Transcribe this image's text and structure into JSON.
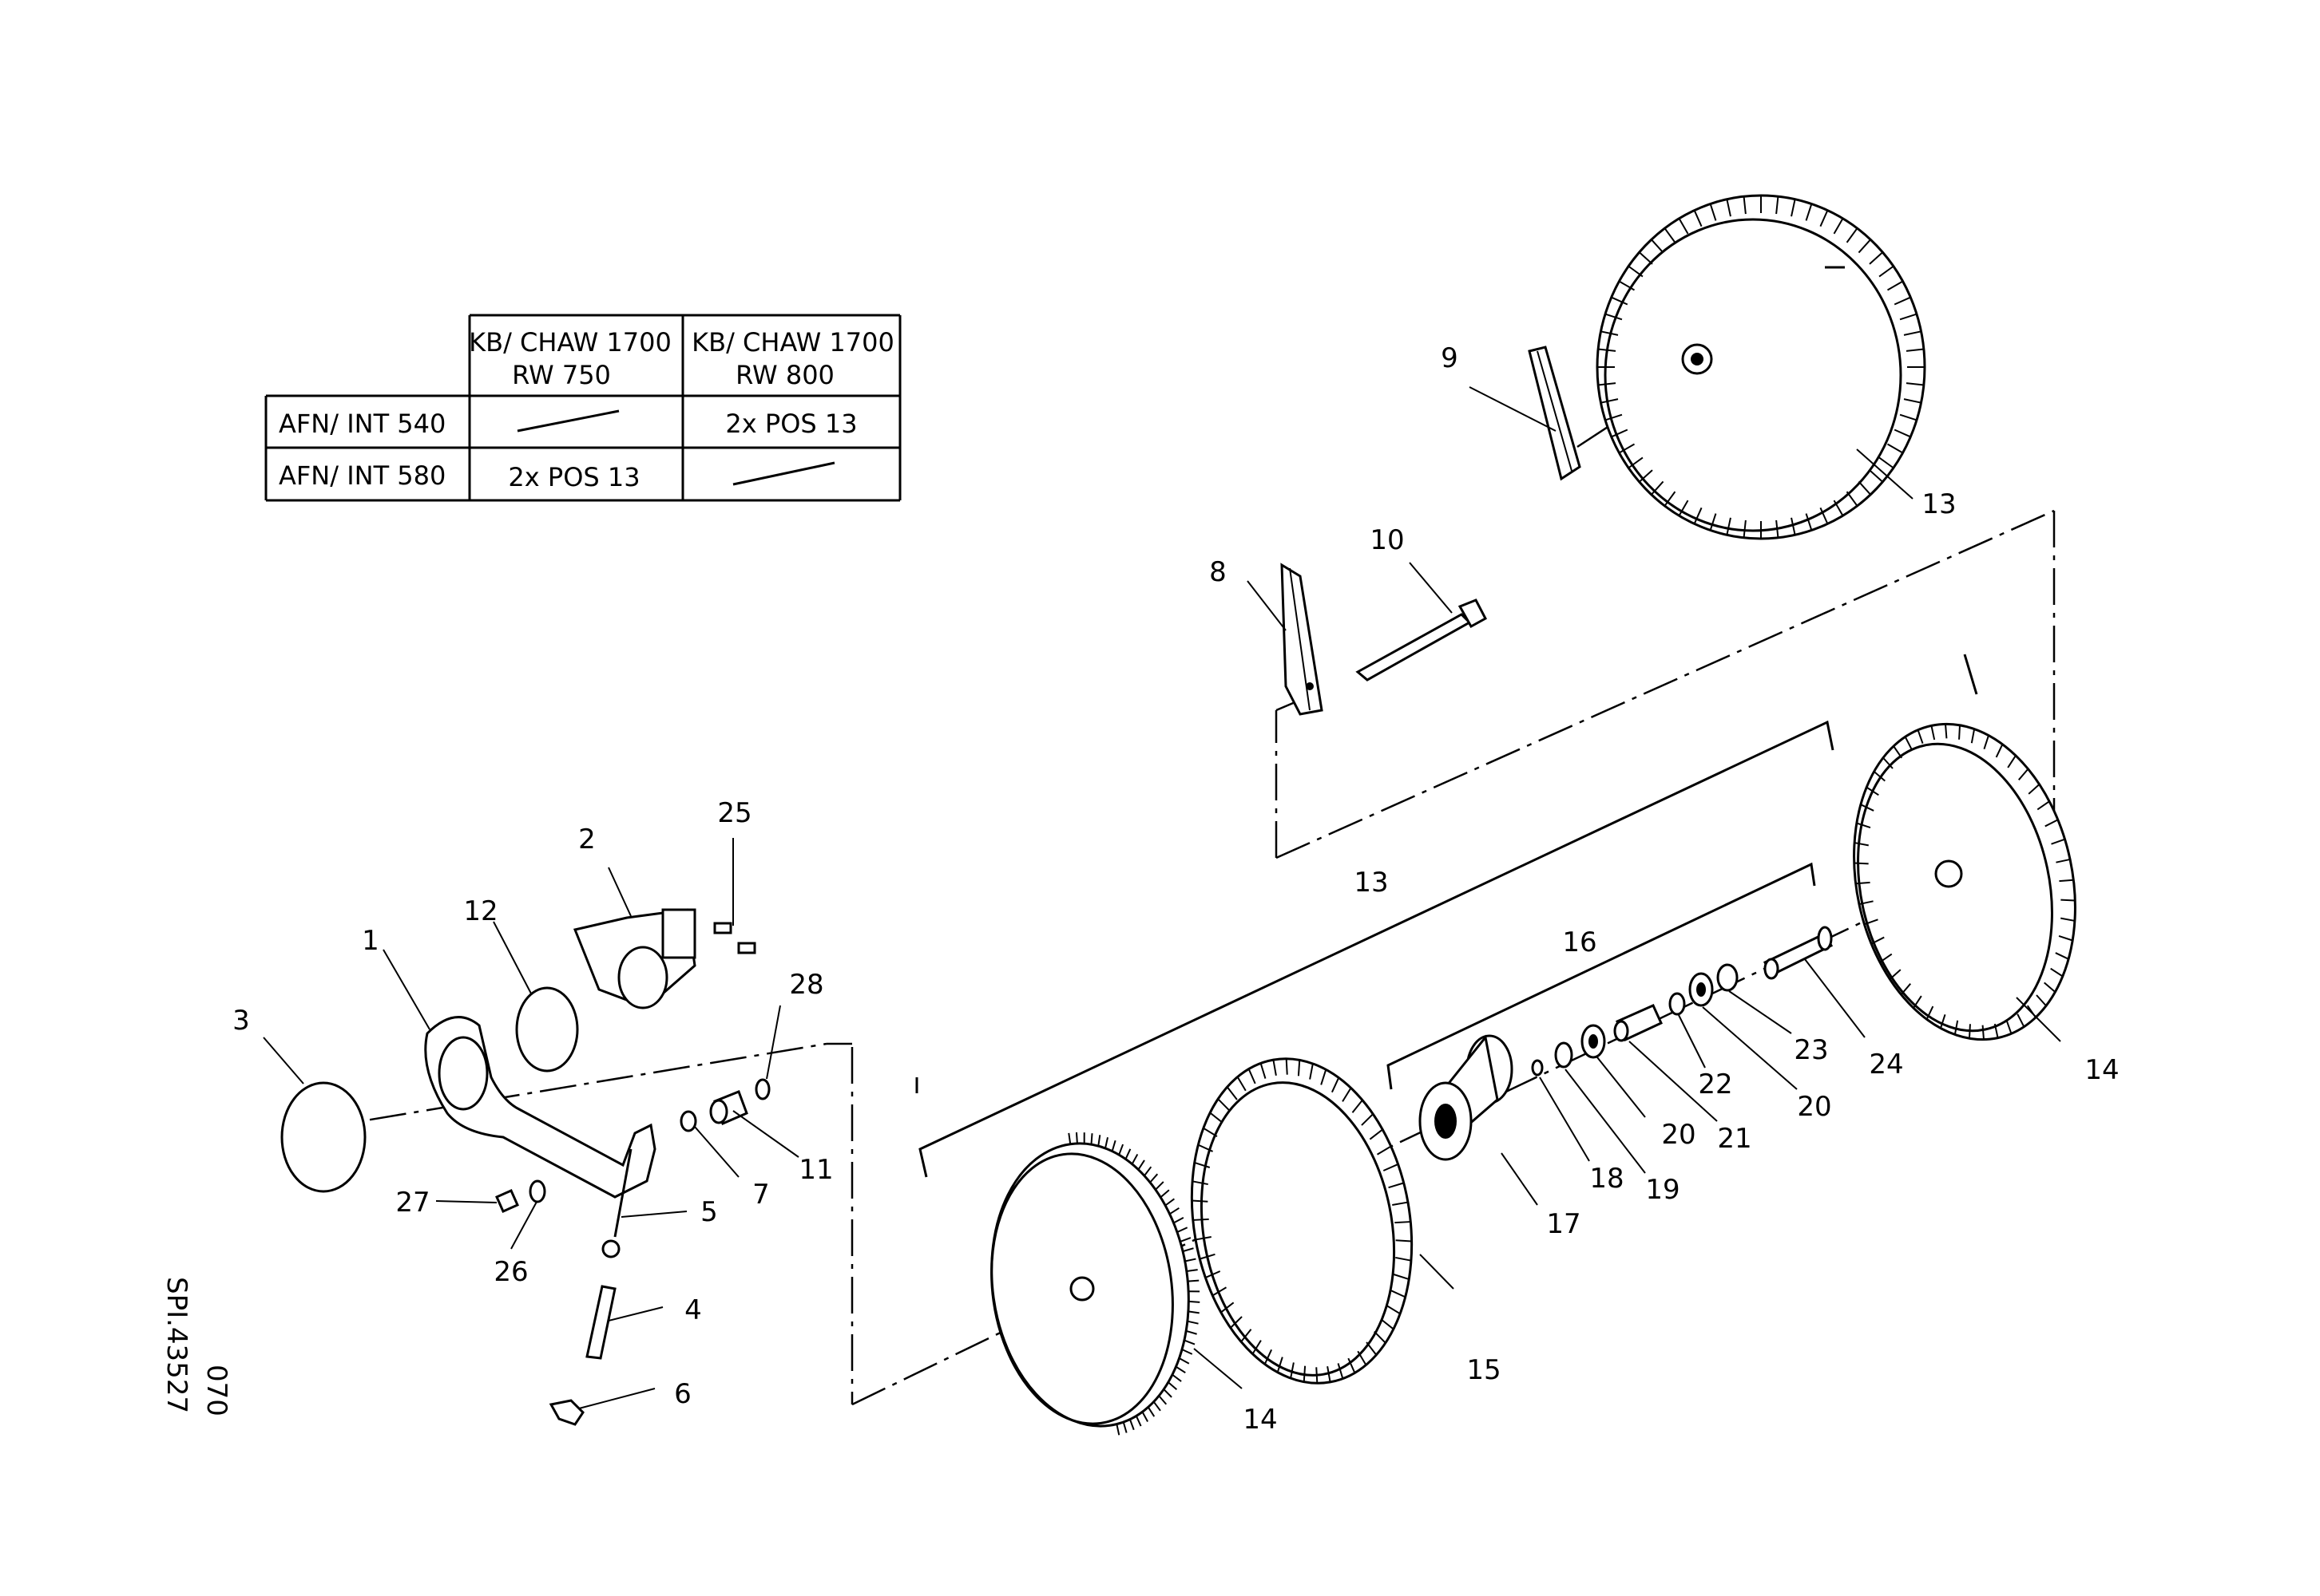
{
  "table": {
    "col_headers": [
      [
        "KB/ CHAW 1700",
        "RW 750"
      ],
      [
        "KB/ CHAW 1700",
        "RW 800"
      ]
    ],
    "rows": [
      {
        "label": "AFN/ INT 540",
        "cells": [
          "—",
          "2x POS 13"
        ]
      },
      {
        "label": "AFN/ INT 580",
        "cells": [
          "2x POS 13",
          "—"
        ]
      }
    ]
  },
  "callouts": [
    "1",
    "2",
    "3",
    "4",
    "5",
    "6",
    "7",
    "8",
    "9",
    "10",
    "11",
    "12",
    "13",
    "13",
    "14",
    "14",
    "15",
    "16",
    "17",
    "18",
    "19",
    "20",
    "20",
    "21",
    "22",
    "23",
    "24",
    "25",
    "26",
    "27",
    "28"
  ],
  "drawing_code": [
    "070",
    "SPI.43527"
  ]
}
